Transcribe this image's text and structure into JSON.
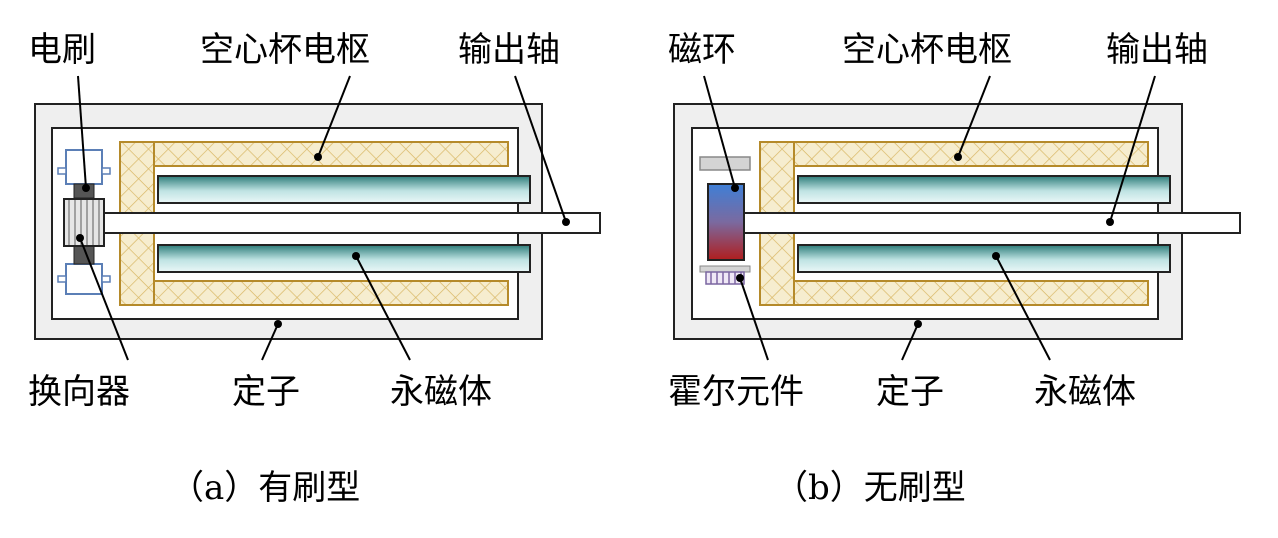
{
  "left": {
    "labels": {
      "brush": "电刷",
      "cup_armature": "空心杯电枢",
      "output_shaft": "输出轴",
      "commutator": "换向器",
      "stator": "定子",
      "magnet": "永磁体"
    },
    "caption": "（a）有刷型"
  },
  "right": {
    "labels": {
      "magnet_ring": "磁环",
      "cup_armature": "空心杯电枢",
      "output_shaft": "输出轴",
      "hall_element": "霍尔元件",
      "stator": "定子",
      "magnet": "永磁体"
    },
    "caption": "（b）无刷型"
  },
  "colors": {
    "housing_fill": "#efefef",
    "coil_border": "#b58a2a",
    "coil_fill": "#f6edcf",
    "magnet_dark": "#2e7d7a",
    "magnet_light": "#eaf7f7",
    "ring_top": "#3f7fd6",
    "ring_bottom": "#b01e1e",
    "brush_blue": "#5b7fb6"
  }
}
